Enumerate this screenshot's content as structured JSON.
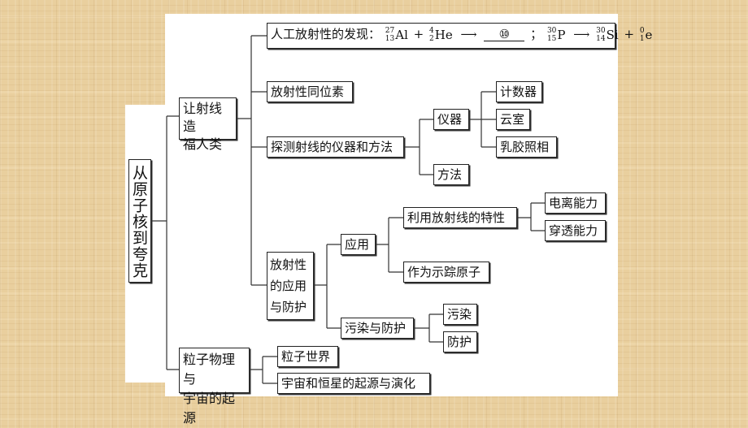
{
  "root": {
    "label": "从原子核到夸克"
  },
  "branch1": {
    "label": "让射线造\n福人类"
  },
  "branch2": {
    "label": "粒子物理与\n宇宙的起源"
  },
  "discovery": {
    "prefix": "人工放射性的发现：",
    "al": {
      "mass": "27",
      "atomic": "13",
      "symbol": "Al"
    },
    "plus1": "+",
    "he": {
      "mass": "4",
      "atomic": "2",
      "symbol": "He"
    },
    "arrow1": "⟶",
    "blank": "⑩",
    "sep": "；",
    "p": {
      "mass": "30",
      "atomic": "15",
      "symbol": "P"
    },
    "arrow2": "⟶",
    "si": {
      "mass": "30",
      "atomic": "14",
      "symbol": "Si"
    },
    "plus2": "+",
    "e": {
      "mass": "0",
      "atomic": "1",
      "symbol": "e"
    }
  },
  "isotope": {
    "label": "放射性同位素"
  },
  "detect": {
    "label": "探测射线的仪器和方法"
  },
  "instrument": {
    "label": "仪器"
  },
  "method": {
    "label": "方法"
  },
  "counter": {
    "label": "计数器"
  },
  "cloud": {
    "label": "云室"
  },
  "emulsion": {
    "label": "乳胶照相"
  },
  "radapp": {
    "label": "放射性\n的应用\n与防护"
  },
  "application": {
    "label": "应用"
  },
  "pollution_protection": {
    "label": "污染与防护"
  },
  "use_properties": {
    "label": "利用放射线的特性"
  },
  "tracer": {
    "label": "作为示踪原子"
  },
  "ionization": {
    "label": "电离能力"
  },
  "penetration": {
    "label": "穿透能力"
  },
  "pollution": {
    "label": "污染"
  },
  "protection": {
    "label": "防护"
  },
  "particle_world": {
    "label": "粒子世界"
  },
  "universe": {
    "label": "宇宙和恒星的起源与演化"
  }
}
